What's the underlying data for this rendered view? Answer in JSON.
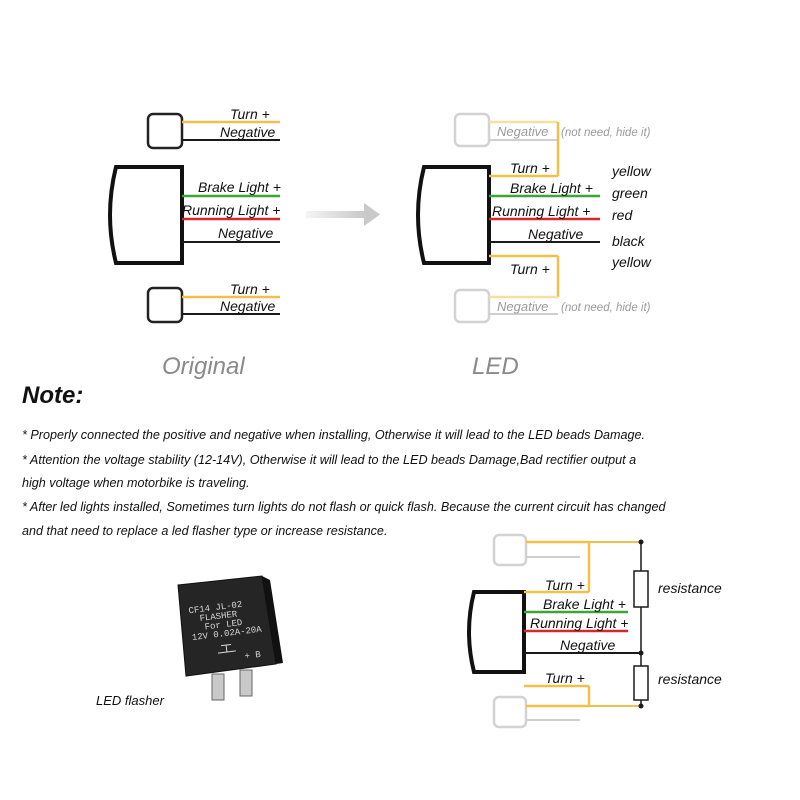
{
  "colors": {
    "turn_wire": "#f2c04a",
    "brake_wire": "#3aa63a",
    "running_wire": "#d62828",
    "negative_wire": "#1a1a1a",
    "faded": "#cfcfcf",
    "caption_gray": "#8a8a8a",
    "flasher_body": "#252525"
  },
  "original": {
    "caption": "Original",
    "top_lamp": {
      "turn": "Turn +",
      "negative": "Negative"
    },
    "main_lamp": {
      "brake": "Brake Light +",
      "running": "Running Light +",
      "negative": "Negative"
    },
    "bottom_lamp": {
      "turn": "Turn +",
      "negative": "Negative"
    }
  },
  "led": {
    "caption": "LED",
    "top_negative": "Negative",
    "top_note": "(not need, hide it)",
    "turn_top": "Turn +",
    "brake": "Brake Light +",
    "running": "Running Light +",
    "negative": "Negative",
    "turn_bottom": "Turn +",
    "bottom_negative": "Negative",
    "bottom_note": "(not need, hide it)",
    "color_names": [
      "yellow",
      "green",
      "red",
      "black",
      "yellow"
    ]
  },
  "note": {
    "title": "Note:",
    "lines": [
      "* Properly connected the positive and negative when installing, Otherwise it will lead to the LED beads Damage.",
      "* Attention the voltage stability (12-14V), Otherwise it will lead to the LED beads Damage,Bad rectifier output a",
      "high voltage when motorbike is traveling.",
      "* After led lights installed, Sometimes turn lights do not flash or quick flash. Because the current circuit has changed",
      "and that need to replace a led flasher type or increase resistance."
    ]
  },
  "flasher": {
    "label": "LED flasher",
    "print_lines": [
      "CF14 JL-02",
      "FLASHER",
      "For LED",
      "12V 0.02A-20A"
    ],
    "terminal_mark": "+ B"
  },
  "resistance_diagram": {
    "turn_top": "Turn +",
    "brake": "Brake Light +",
    "running": "Running Light +",
    "negative": "Negative",
    "turn_bottom": "Turn +",
    "resistor_labels": [
      "resistance",
      "resistance"
    ]
  }
}
